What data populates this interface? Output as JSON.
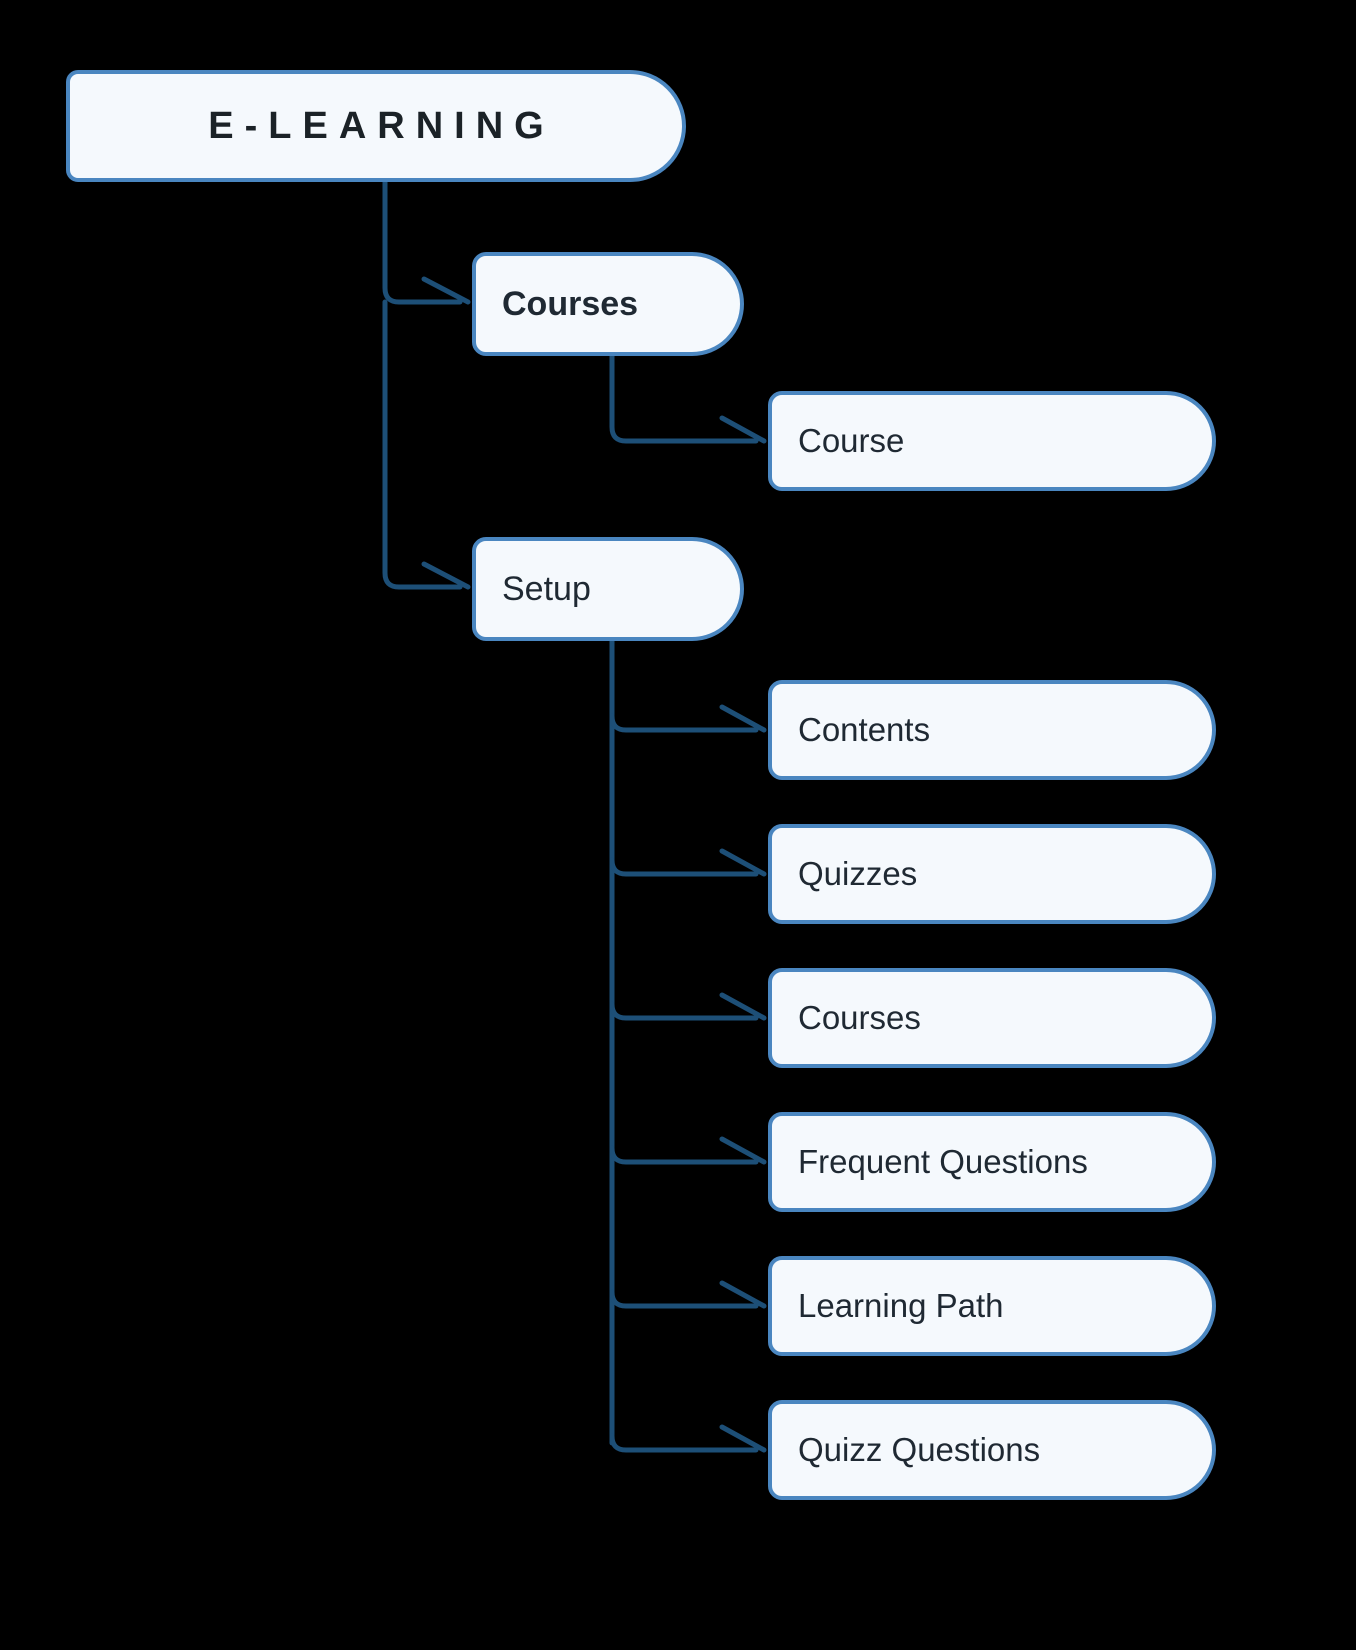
{
  "diagram": {
    "type": "mind-map",
    "title": "E-LEARNING",
    "background_color": "#000000",
    "node_fill_color": "#f5f9fd",
    "node_border_color": "#4a86c0",
    "connector_color": "#1f5party",
    "text_color": "#1f2933"
  },
  "root": {
    "label": "E-LEARNING",
    "bold": true
  },
  "branches": [
    {
      "label": "Courses",
      "bold": true,
      "children": [
        {
          "label": "Course"
        }
      ]
    },
    {
      "label": "Setup",
      "bold": false,
      "children": [
        {
          "label": "Contents"
        },
        {
          "label": "Quizzes"
        },
        {
          "label": "Courses"
        },
        {
          "label": "Frequent Questions"
        },
        {
          "label": "Learning Path"
        },
        {
          "label": "Quizz Questions"
        }
      ]
    }
  ],
  "nodes": {
    "root": "E-LEARNING",
    "courses": "Courses",
    "course": "Course",
    "setup": "Setup",
    "contents": "Contents",
    "quizzes": "Quizzes",
    "setup_courses": "Courses",
    "frequent_questions": "Frequent Questions",
    "learning_path": "Learning Path",
    "quizz_questions": "Quizz Questions"
  }
}
